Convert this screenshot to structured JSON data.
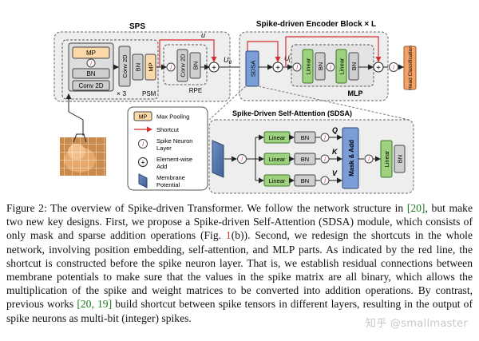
{
  "figure": {
    "sps_title": "SPS",
    "encoder_title": "Spike-driven Encoder Block × L",
    "mlp_title": "MLP",
    "sdsa_title": "Spike-Driven Self-Attention (SDSA)",
    "psm_label": "PSM",
    "rpe_label": "RPE",
    "times_three": "× 3",
    "u_label": "u",
    "u0_label": "U",
    "u0_sub": "0",
    "ul_label": "U",
    "ul_sub": "l",
    "ul_sup": "′",
    "mp": "MP",
    "bn": "BN",
    "conv2d": "Conv 2D",
    "sdsa_block": "SDSA",
    "linear": "Linear",
    "head": "Head Classification",
    "mask_add": "Mask & Add",
    "q": "Q",
    "k": "K",
    "v": "V",
    "legend": {
      "mp_label": "Max Pooling",
      "shortcut_label": "Shortcut",
      "spike_label_1": "Spike Neuron",
      "spike_label_2": "Layer",
      "add_label_1": "Element-wise",
      "add_label_2": "Add",
      "membrane_label_1": "Membrane",
      "membrane_label_2": "Potential"
    }
  },
  "caption": {
    "p1": "Figure 2: The overview of Spike-driven Transformer. We follow the network structure in ",
    "c1": "[20]",
    "p2": ", but make two new key designs. First, we propose a Spike-driven Self-Attention (SDSA) module, which consists of only mask and sparse addition operations (Fig. ",
    "f1": "1",
    "p3": "(b)). Second, we redesign the shortcuts in the whole network, involving position embedding, self-attention, and MLP parts. As indicated by the red line, the shortcut is constructed before the spike neuron layer. That is, we establish residual connections between membrane potentials to make sure that the values in the spike matrix are all binary, which allows the multiplication of the spike and weight matrices to be converted into addition operations. By contrast, previous works ",
    "c2": "[20, 19]",
    "p4": " build shortcut between spike tensors in different layers, resulting in the output of spike neurons as multi-bit (integer) spikes."
  },
  "watermark": "知乎 @smallmaster",
  "colors": {
    "mp_fill": "#fcd9a8",
    "bn_fill": "#cfcfcf",
    "linear_fill": "#9ed27f",
    "sdsa_fill": "#7b9ed9",
    "shortcut": "#d32f2f",
    "group_fill": "#eeeeee"
  }
}
